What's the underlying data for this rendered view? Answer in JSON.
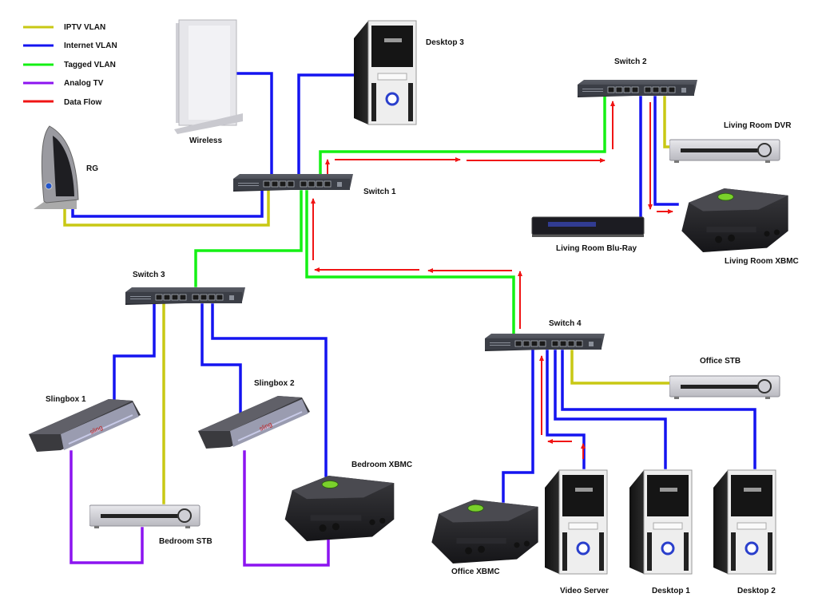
{
  "diagram": {
    "type": "home-network-topology",
    "legend": [
      {
        "key": "iptv",
        "label": "IPTV VLAN",
        "color": "#c8c814"
      },
      {
        "key": "internet",
        "label": "Internet VLAN",
        "color": "#1414f0"
      },
      {
        "key": "tagged",
        "label": "Tagged VLAN",
        "color": "#14f014"
      },
      {
        "key": "analog",
        "label": "Analog TV",
        "color": "#8c14f0"
      },
      {
        "key": "flow",
        "label": "Data Flow",
        "color": "#f01414"
      }
    ],
    "devices": {
      "rg": {
        "label": "RG",
        "kind": "residential-gateway"
      },
      "wireless": {
        "label": "Wireless",
        "kind": "wireless-router"
      },
      "desktop3": {
        "label": "Desktop 3",
        "kind": "pc-tower"
      },
      "switch1": {
        "label": "Switch 1",
        "kind": "switch"
      },
      "switch2": {
        "label": "Switch 2",
        "kind": "switch"
      },
      "switch3": {
        "label": "Switch 3",
        "kind": "switch"
      },
      "switch4": {
        "label": "Switch 4",
        "kind": "switch"
      },
      "lr_dvr": {
        "label": "Living Room DVR",
        "kind": "set-top-box"
      },
      "lr_bluray": {
        "label": "Living Room Blu-Ray",
        "kind": "blu-ray-player"
      },
      "lr_xbmc": {
        "label": "Living Room XBMC",
        "kind": "xbox"
      },
      "slingbox1": {
        "label": "Slingbox 1",
        "kind": "slingbox"
      },
      "slingbox2": {
        "label": "Slingbox 2",
        "kind": "slingbox"
      },
      "bedroom_stb": {
        "label": "Bedroom STB",
        "kind": "set-top-box"
      },
      "bedroom_xbmc": {
        "label": "Bedroom XBMC",
        "kind": "xbox"
      },
      "office_stb": {
        "label": "Office STB",
        "kind": "set-top-box"
      },
      "office_xbmc": {
        "label": "Office XBMC",
        "kind": "xbox"
      },
      "video_server": {
        "label": "Video Server",
        "kind": "pc-tower"
      },
      "desktop1": {
        "label": "Desktop 1",
        "kind": "pc-tower"
      },
      "desktop2": {
        "label": "Desktop 2",
        "kind": "pc-tower"
      }
    },
    "links": [
      {
        "from": "rg",
        "to": "switch1",
        "type": "internet"
      },
      {
        "from": "rg",
        "to": "switch1",
        "type": "iptv"
      },
      {
        "from": "wireless",
        "to": "switch1",
        "type": "internet"
      },
      {
        "from": "desktop3",
        "to": "switch1",
        "type": "internet"
      },
      {
        "from": "switch1",
        "to": "switch2",
        "type": "tagged"
      },
      {
        "from": "switch1",
        "to": "switch3",
        "type": "tagged"
      },
      {
        "from": "switch1",
        "to": "switch4",
        "type": "tagged"
      },
      {
        "from": "switch2",
        "to": "lr_bluray",
        "type": "internet"
      },
      {
        "from": "switch2",
        "to": "lr_xbmc",
        "type": "internet"
      },
      {
        "from": "switch2",
        "to": "lr_dvr",
        "type": "iptv"
      },
      {
        "from": "switch3",
        "to": "slingbox1",
        "type": "internet"
      },
      {
        "from": "switch3",
        "to": "slingbox2",
        "type": "internet"
      },
      {
        "from": "switch3",
        "to": "bedroom_xbmc",
        "type": "internet"
      },
      {
        "from": "switch3",
        "to": "bedroom_stb",
        "type": "iptv"
      },
      {
        "from": "slingbox1",
        "to": "bedroom_stb",
        "type": "analog"
      },
      {
        "from": "slingbox2",
        "to": "bedroom_xbmc",
        "type": "analog"
      },
      {
        "from": "switch4",
        "to": "office_xbmc",
        "type": "internet"
      },
      {
        "from": "switch4",
        "to": "video_server",
        "type": "internet"
      },
      {
        "from": "switch4",
        "to": "desktop1",
        "type": "internet"
      },
      {
        "from": "switch4",
        "to": "desktop2",
        "type": "internet"
      },
      {
        "from": "switch4",
        "to": "office_stb",
        "type": "iptv"
      }
    ],
    "data_flow_path": [
      "video_server",
      "switch4",
      "switch1",
      "switch2",
      "lr_xbmc"
    ]
  }
}
